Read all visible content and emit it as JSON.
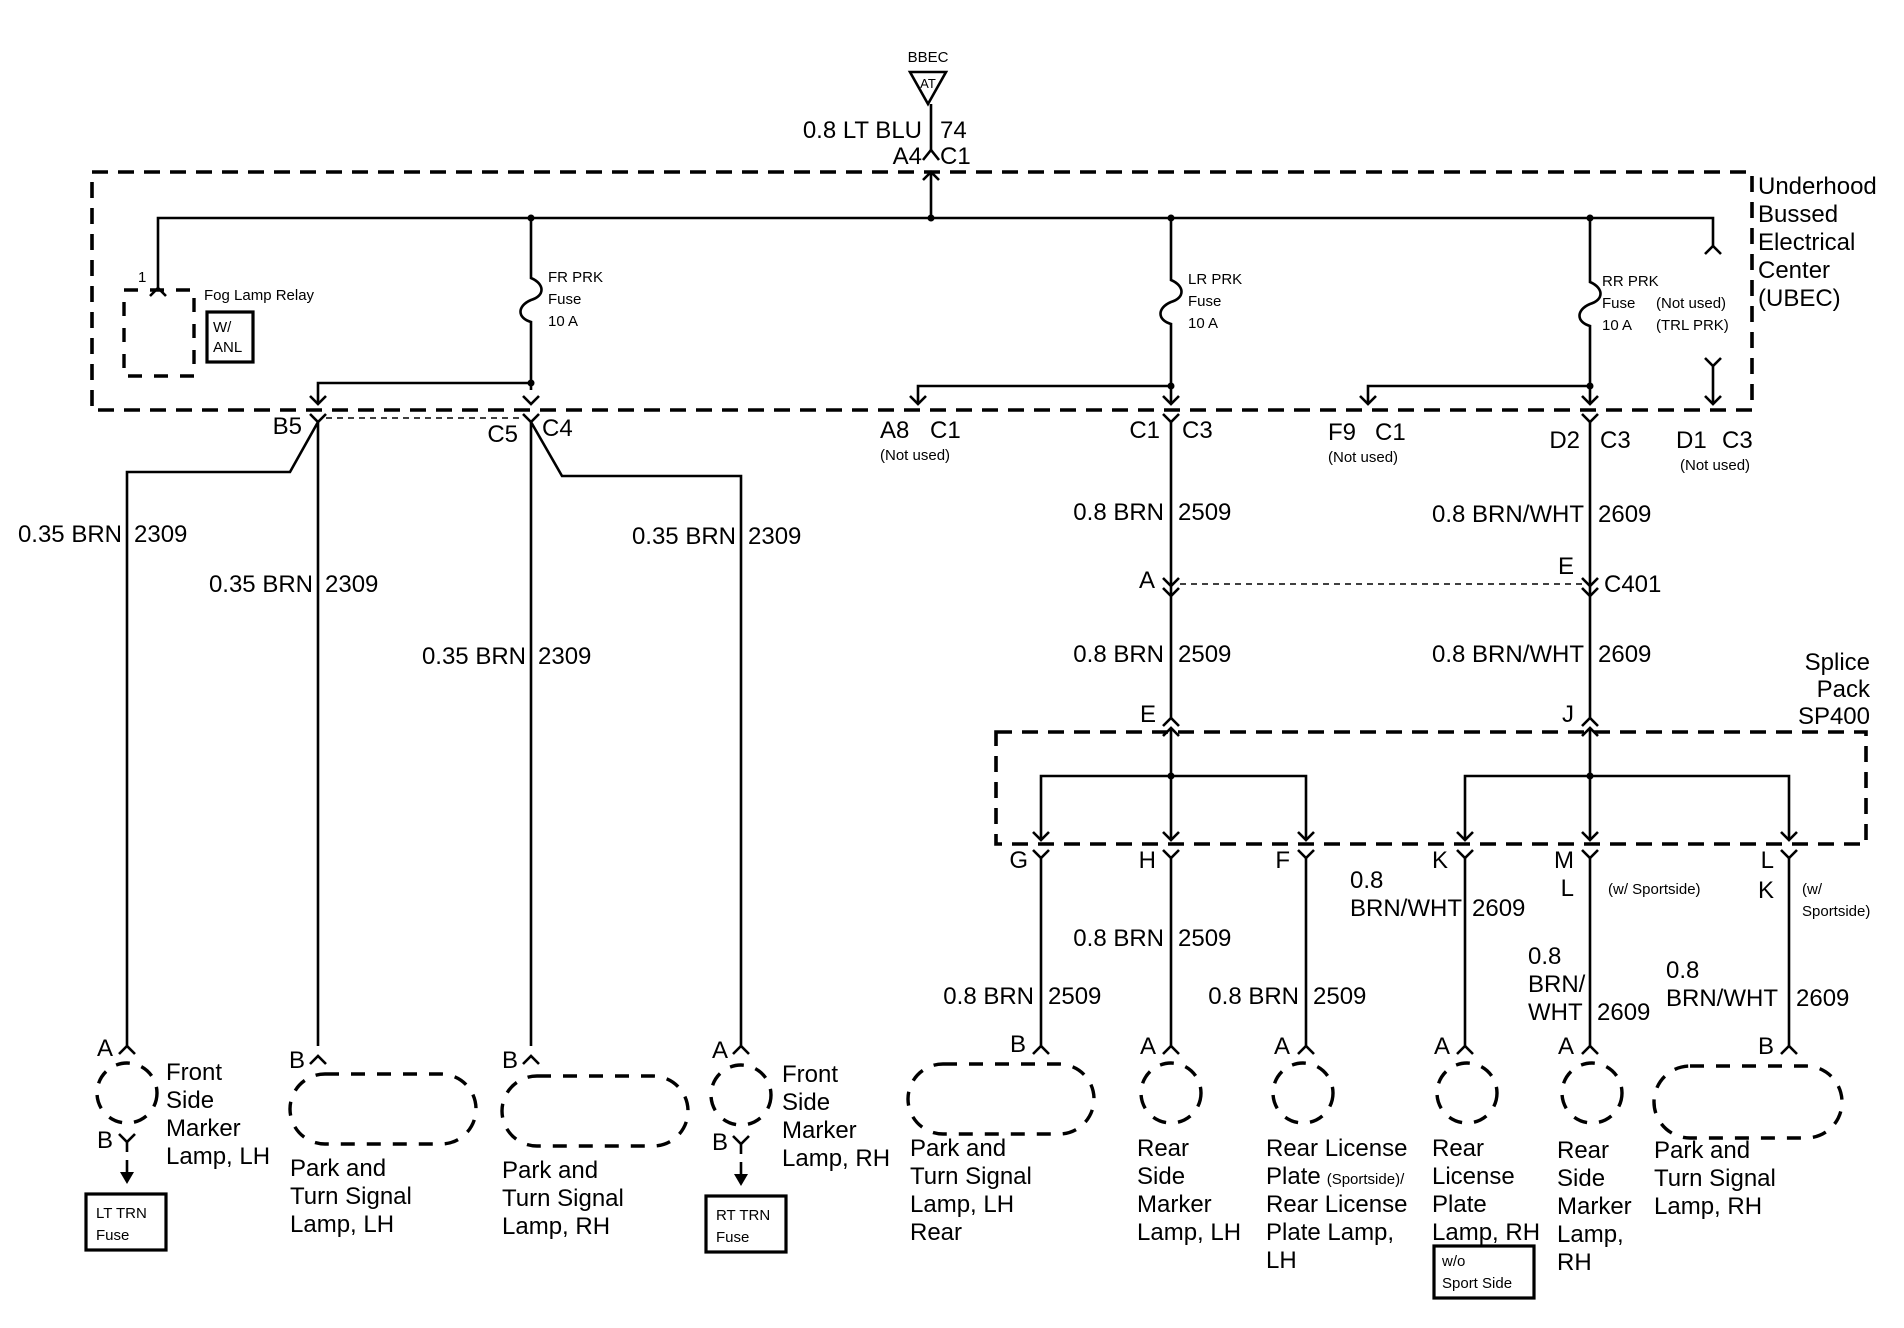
{
  "source": {
    "label": "BBEC",
    "symbol": "AT"
  },
  "feed": {
    "wire": "0.8 LT BLU",
    "circuit": "74",
    "conn_left": "A4",
    "conn_right": "C1"
  },
  "ubec": {
    "title_lines": [
      "Underhood",
      "Bussed",
      "Electrical",
      "Center",
      "(UBEC)"
    ]
  },
  "fog_relay": {
    "pin": "1",
    "label": "Fog Lamp Relay",
    "option_lines": [
      "W/",
      "ANL"
    ]
  },
  "fuses": [
    {
      "name_lines": [
        "FR PRK",
        "Fuse",
        "10 A"
      ]
    },
    {
      "name_lines": [
        "LR PRK",
        "Fuse",
        "10 A"
      ]
    },
    {
      "name_lines": [
        "RR PRK",
        "Fuse",
        "10 A"
      ]
    }
  ],
  "trl_note": [
    "(Not used)",
    "(TRL PRK)"
  ],
  "ubec_outputs": {
    "b5": "B5",
    "c5": "C5",
    "c4": "C4",
    "a8": "A8",
    "a8c": "C1",
    "a8note": "(Not used)",
    "c1": "C1",
    "c1c": "C3",
    "f9": "F9",
    "f9c": "C1",
    "f9note": "(Not used)",
    "d2": "D2",
    "d2c": "C3",
    "d1": "D1",
    "d1c": "C3",
    "d1note": "(Not used)"
  },
  "front_wires": [
    {
      "wire": "0.35 BRN",
      "circuit": "2309"
    },
    {
      "wire": "0.35 BRN",
      "circuit": "2309"
    },
    {
      "wire": "0.35 BRN",
      "circuit": "2309"
    },
    {
      "wire": "0.35 BRN",
      "circuit": "2309"
    }
  ],
  "rear_feed": {
    "left_upper": {
      "wire": "0.8 BRN",
      "circuit": "2509"
    },
    "right_upper": {
      "wire": "0.8 BRN/WHT",
      "circuit": "2609"
    },
    "c401": {
      "left_pin": "A",
      "right_pin": "E",
      "name": "C401"
    },
    "left_lower": {
      "wire": "0.8 BRN",
      "circuit": "2509"
    },
    "right_lower": {
      "wire": "0.8 BRN/WHT",
      "circuit": "2609"
    }
  },
  "splice": {
    "title_lines": [
      "Splice",
      "Pack",
      "SP400"
    ],
    "in_left": "E",
    "in_right": "J",
    "outs": {
      "g": "G",
      "h": "H",
      "f": "F",
      "k": "K",
      "m": "M",
      "m_alt": "L",
      "l": "L",
      "l_alt": "K"
    },
    "m_note": "(w/ Sportside)",
    "l_note_lines": [
      "(w/",
      "Sportside)"
    ]
  },
  "rear_wires": {
    "g": {
      "wire": "0.8 BRN",
      "circuit": "2509"
    },
    "h": {
      "wire": "0.8 BRN",
      "circuit": "2509"
    },
    "f": {
      "wire": "0.8 BRN",
      "circuit": "2509"
    },
    "k": {
      "wire_lines": [
        "0.8",
        "BRN/WHT"
      ],
      "circuit": "2609"
    },
    "m": {
      "wire_lines": [
        "0.8",
        "BRN/",
        "WHT"
      ],
      "circuit": "2609"
    },
    "l": {
      "wire_lines": [
        "0.8",
        "BRN/WHT"
      ],
      "circuit": "2609"
    }
  },
  "lamps": [
    {
      "pin": "A",
      "pin2": "B",
      "label_lines": [
        "Front",
        "Side",
        "Marker",
        "Lamp, LH"
      ],
      "fuse_lines": [
        "LT TRN",
        "Fuse"
      ]
    },
    {
      "pin": "B",
      "label_lines": [
        "Park and",
        "Turn Signal",
        "Lamp, LH"
      ]
    },
    {
      "pin": "B",
      "label_lines": [
        "Park and",
        "Turn Signal",
        "Lamp, RH"
      ]
    },
    {
      "pin": "A",
      "pin2": "B",
      "label_lines": [
        "Front",
        "Side",
        "Marker",
        "Lamp, RH"
      ],
      "fuse_lines": [
        "RT TRN",
        "Fuse"
      ]
    },
    {
      "pin": "B",
      "label_lines": [
        "Park and",
        "Turn Signal",
        "Lamp, LH",
        "Rear"
      ]
    },
    {
      "pin": "A",
      "label_lines": [
        "Rear",
        "Side",
        "Marker",
        "Lamp, LH"
      ]
    },
    {
      "pin": "A",
      "label_lines": [
        "Rear License",
        "Plate",
        "Rear License",
        "Plate Lamp,",
        "LH"
      ],
      "inline_note": "(Sportside)/"
    },
    {
      "pin": "A",
      "label_lines": [
        "Rear",
        "License",
        "Plate",
        "Lamp, RH"
      ],
      "option_lines": [
        "w/o",
        "Sport Side"
      ]
    },
    {
      "pin": "A",
      "label_lines": [
        "Rear",
        "Side",
        "Marker",
        "Lamp,",
        "RH"
      ]
    },
    {
      "pin": "B",
      "label_lines": [
        "Park and",
        "Turn Signal",
        "Lamp, RH"
      ]
    }
  ]
}
